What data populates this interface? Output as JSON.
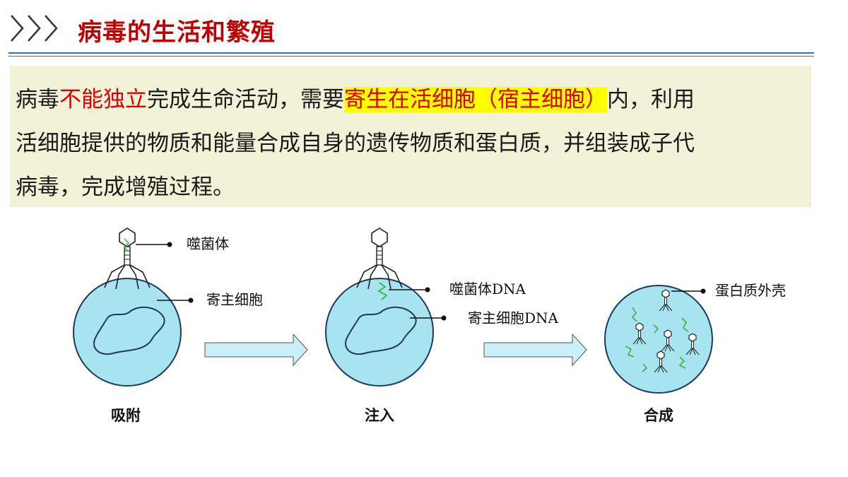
{
  "header": {
    "title": "病毒的生活和繁殖"
  },
  "paragraph": {
    "line1_a": "病毒",
    "line1_b": "不能独立",
    "line1_c": "完成生命活动，需要",
    "line1_d": "寄生在活细胞（宿主细胞）",
    "line1_e": "内，利用",
    "line2": "活细胞提供的物质和能量合成自身的遗传物质和蛋白质，并组装成子代",
    "line3": "病毒，完成增殖过程。"
  },
  "diagram": {
    "labels": {
      "phage": "噬菌体",
      "host_cell": "寄主细胞",
      "phage_dna": "噬菌体DNA",
      "host_dna": "寄主细胞DNA",
      "protein_coat": "蛋白质外壳"
    },
    "stages": [
      "吸附",
      "注入",
      "合成"
    ]
  },
  "colors": {
    "title_red": "#c00000",
    "highlight_red": "#e00000",
    "highlight_yellow": "#ffff00",
    "text_box_bg": "#f2f2d8",
    "rule_blue": "#2e75b6",
    "cell_fill": "#a8e4ef",
    "cell_stroke": "#1f3a5a",
    "arrow_fill": "#c8f0f6",
    "dna_green": "#3cb043"
  }
}
